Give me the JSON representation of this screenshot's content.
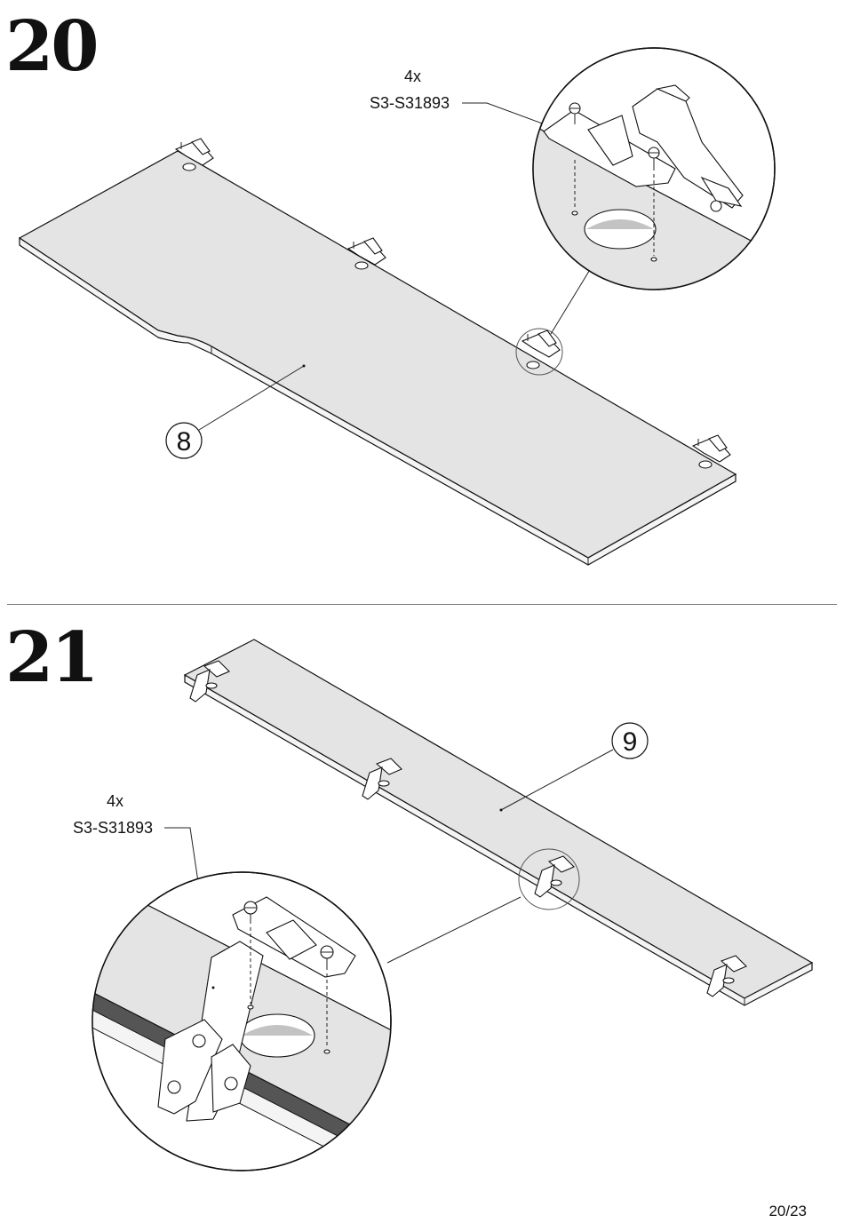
{
  "step20": {
    "number": "20",
    "quantity": "4x",
    "part_code": "S3-S31893",
    "part_callout": "8"
  },
  "step21": {
    "number": "21",
    "quantity": "4x",
    "part_code": "S3-S31893",
    "part_callout": "9"
  },
  "footer": {
    "page": "20/23"
  }
}
